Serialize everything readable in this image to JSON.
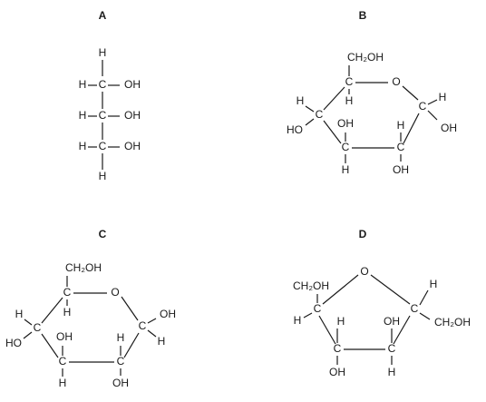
{
  "panels": {
    "a": {
      "label": "A"
    },
    "b": {
      "label": "B"
    },
    "c": {
      "label": "C"
    },
    "d": {
      "label": "D"
    }
  },
  "atoms": {
    "carbon": "C",
    "hydrogen": "H",
    "oxygen": "O",
    "hydroxyl": "OH",
    "hydroxymethyl": "CH₂OH",
    "ho": "HO"
  }
}
